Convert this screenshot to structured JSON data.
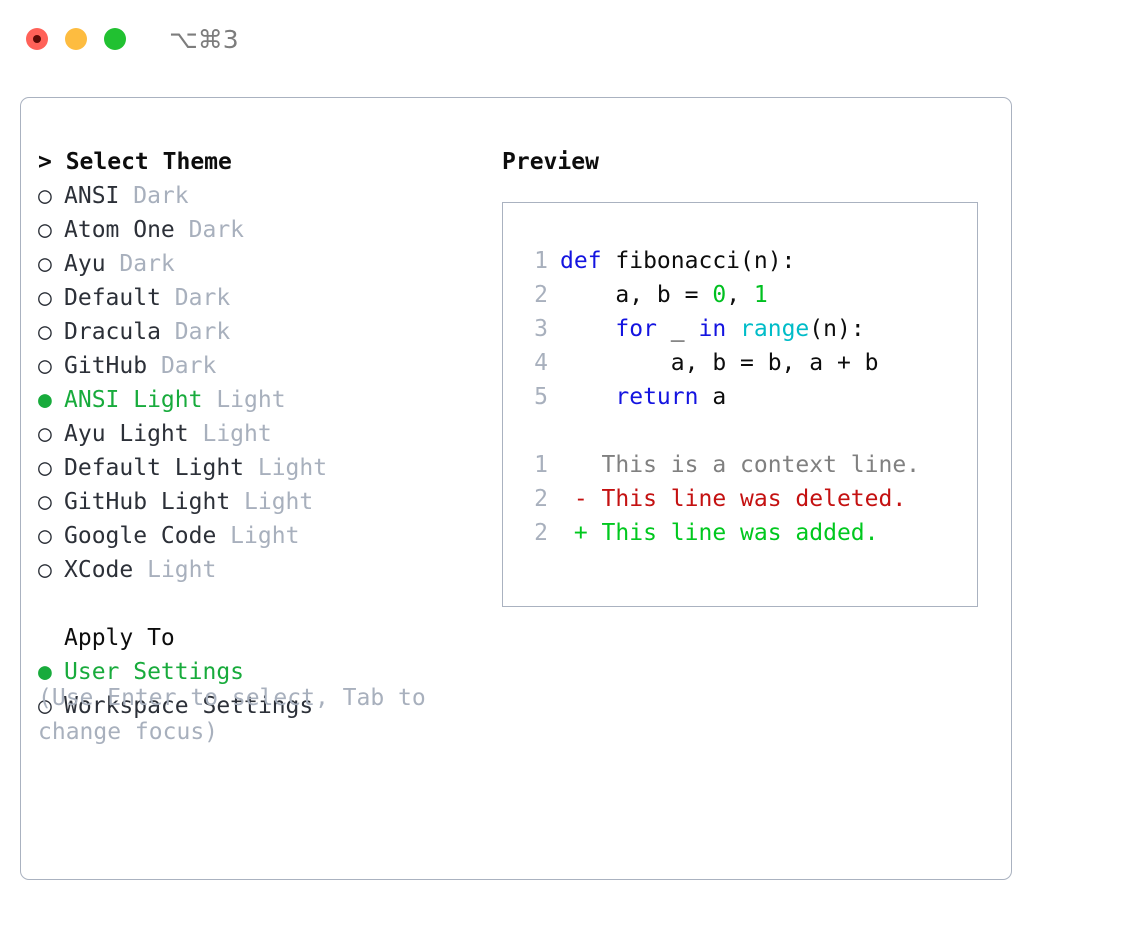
{
  "titlebar": {
    "shortcut": "⌥⌘3",
    "buttons": [
      "close",
      "minimize",
      "maximize"
    ]
  },
  "theme_picker": {
    "header": "> Select Theme",
    "header_prefix": "> ",
    "header_label": "Select Theme",
    "selected_bullet": "●",
    "unselected_bullet": "○",
    "accent_color": "#18ab3c",
    "muted_color": "#a8b0bd",
    "items": [
      {
        "name": "ANSI",
        "category": "Dark",
        "selected": false
      },
      {
        "name": "Atom One",
        "category": "Dark",
        "selected": false
      },
      {
        "name": "Ayu",
        "category": "Dark",
        "selected": false
      },
      {
        "name": "Default",
        "category": "Dark",
        "selected": false
      },
      {
        "name": "Dracula",
        "category": "Dark",
        "selected": false
      },
      {
        "name": "GitHub",
        "category": "Dark",
        "selected": false
      },
      {
        "name": "ANSI Light",
        "category": "Light",
        "selected": true
      },
      {
        "name": "Ayu Light",
        "category": "Light",
        "selected": false
      },
      {
        "name": "Default Light",
        "category": "Light",
        "selected": false
      },
      {
        "name": "GitHub Light",
        "category": "Light",
        "selected": false
      },
      {
        "name": "Google Code",
        "category": "Light",
        "selected": false
      },
      {
        "name": "XCode",
        "category": "Light",
        "selected": false
      }
    ]
  },
  "apply_to": {
    "header": "Apply To",
    "items": [
      {
        "name": "User Settings",
        "selected": true
      },
      {
        "name": "Workspace Settings",
        "selected": false
      }
    ]
  },
  "hint": "(Use Enter to select, Tab to change focus)",
  "preview": {
    "title": "Preview",
    "code_lines": [
      {
        "num": "1",
        "tokens": [
          {
            "text": "def",
            "cls": "tok-kw"
          },
          {
            "text": " fibonacci(n):",
            "cls": "tok-txt"
          }
        ]
      },
      {
        "num": "2",
        "tokens": [
          {
            "text": "    a, b = ",
            "cls": "tok-txt"
          },
          {
            "text": "0",
            "cls": "tok-num"
          },
          {
            "text": ", ",
            "cls": "tok-txt"
          },
          {
            "text": "1",
            "cls": "tok-num"
          }
        ]
      },
      {
        "num": "3",
        "tokens": [
          {
            "text": "    ",
            "cls": "tok-txt"
          },
          {
            "text": "for",
            "cls": "tok-kw"
          },
          {
            "text": " _ ",
            "cls": "tok-txt"
          },
          {
            "text": "in",
            "cls": "tok-kw"
          },
          {
            "text": " ",
            "cls": "tok-txt"
          },
          {
            "text": "range",
            "cls": "tok-fn"
          },
          {
            "text": "(n):",
            "cls": "tok-txt"
          }
        ]
      },
      {
        "num": "4",
        "tokens": [
          {
            "text": "        a, b = b, a + b",
            "cls": "tok-txt"
          }
        ]
      },
      {
        "num": "5",
        "tokens": [
          {
            "text": "    ",
            "cls": "tok-txt"
          },
          {
            "text": "return",
            "cls": "tok-kw"
          },
          {
            "text": " a",
            "cls": "tok-txt"
          }
        ]
      }
    ],
    "diff_lines": [
      {
        "num": "1",
        "marker": "  ",
        "text": "This is a context line.",
        "cls": "tok-ctx"
      },
      {
        "num": "2",
        "marker": "- ",
        "text": "This line was deleted.",
        "cls": "tok-del"
      },
      {
        "num": "2",
        "marker": "+ ",
        "text": "This line was added.",
        "cls": "tok-add"
      }
    ]
  }
}
